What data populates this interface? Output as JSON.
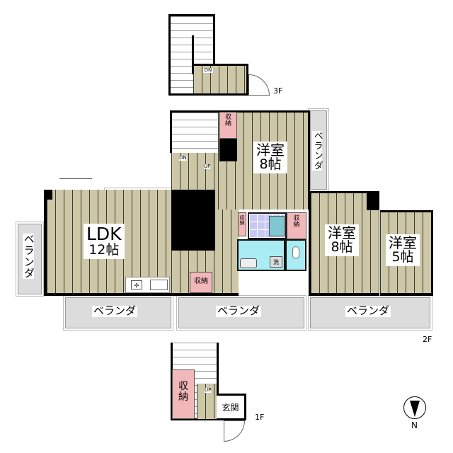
{
  "floors": {
    "3f": {
      "label": "3F",
      "stair_mark": "DN"
    },
    "2f": {
      "label": "2F",
      "rooms": [
        {
          "name": "LDK",
          "size": "12帖"
        },
        {
          "name": "洋室",
          "size": "8帖",
          "position": "north"
        },
        {
          "name": "洋室",
          "size": "8帖",
          "position": "east"
        },
        {
          "name": "洋室",
          "size": "5帖"
        }
      ],
      "storage_label": "収納",
      "storage_small_label": "収納",
      "balcony_label": "ベランダ",
      "stair_marks": {
        "down": "DN",
        "up": "UP"
      },
      "washroom_label": "洗"
    },
    "1f": {
      "label": "1F",
      "storage_label": "収納",
      "entrance_label": "玄関",
      "stair_mark": "UP"
    }
  },
  "compass": {
    "label": "N"
  },
  "colors": {
    "floor": "#cdc7a8",
    "storage": "#f2b7b9",
    "wet_area": "#a9ecf4",
    "bath_tile": "#c8c8f4",
    "balcony": "#dcdcdc",
    "wall": "#000000"
  }
}
